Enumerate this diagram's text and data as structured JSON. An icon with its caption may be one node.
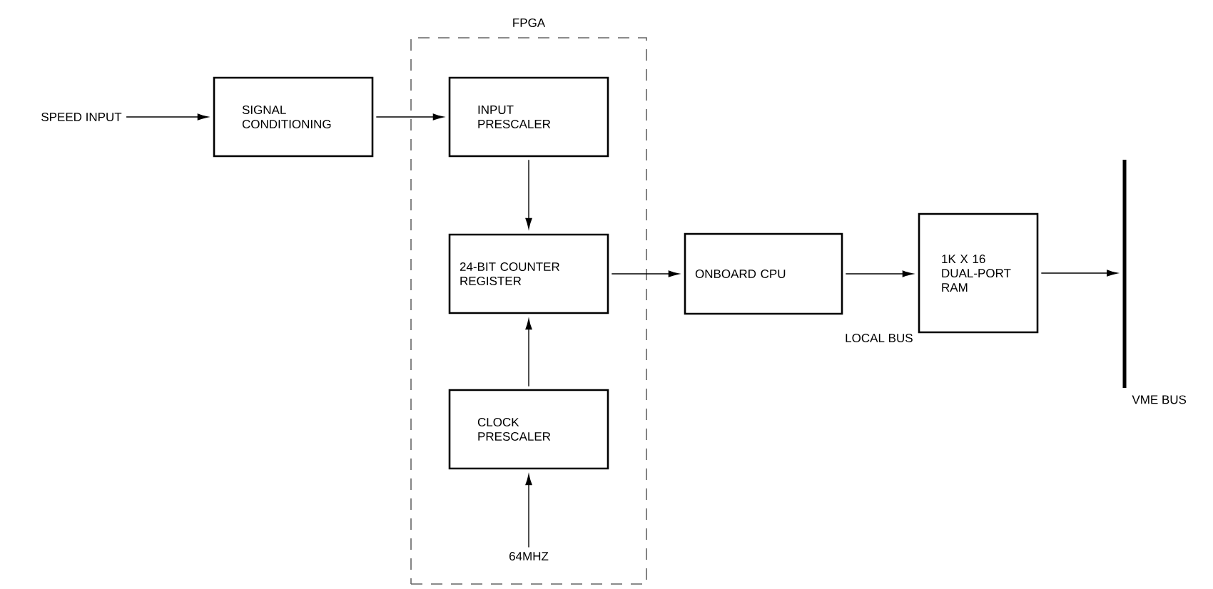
{
  "diagram": {
    "nodes": [
      {
        "text": [
          "FPGA"
        ]
      },
      {
        "text": [
          "SPEED INPUT"
        ]
      },
      {
        "text": [
          "SIGNAL CONDITIONING"
        ]
      },
      {
        "text": [
          "INPUT PRESCALER"
        ],
        "in": 0
      },
      {
        "text": [
          "24-BIT COUNTER REGISTER"
        ],
        "in": 0
      },
      {
        "text": [
          "CLOCK PRESCALER"
        ],
        "in": 0
      },
      {
        "text": [
          "64MHZ"
        ],
        "in": 0
      },
      {
        "text": [
          "ONBOARD CPU"
        ]
      },
      {
        "text": [
          "1K X 16 DUAL-PORT RAM"
        ]
      },
      {
        "text": [
          "VME BUS"
        ]
      }
    ],
    "edges": [
      {
        "from": 1,
        "to": 2,
        "arrow": "to"
      },
      {
        "from": 2,
        "to": 3,
        "arrow": "to"
      },
      {
        "from": 3,
        "to": 4,
        "arrow": "to"
      },
      {
        "from": 5,
        "to": 4,
        "arrow": "to"
      },
      {
        "from": 6,
        "to": 5,
        "arrow": "to"
      },
      {
        "from": 4,
        "to": 7,
        "arrow": "to"
      },
      {
        "from": 7,
        "to": 8,
        "arrow": "to"
      },
      {
        "from": 8,
        "to": 9,
        "arrow": "to"
      }
    ],
    "labels": [
      "LOCAL BUS"
    ]
  }
}
